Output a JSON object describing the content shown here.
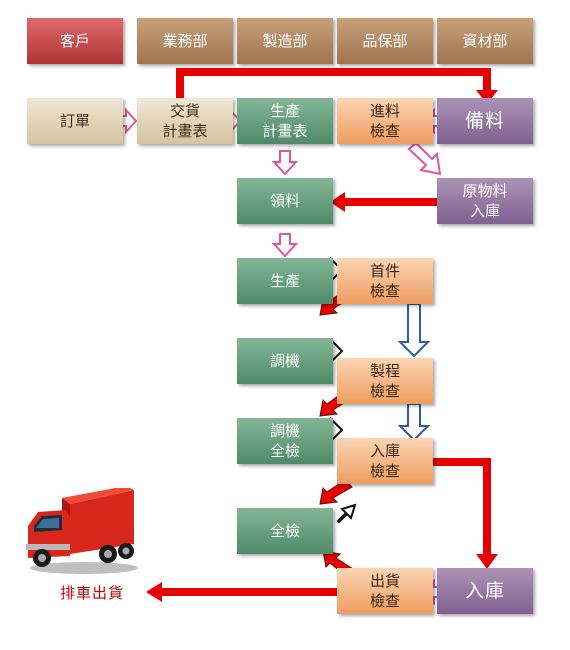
{
  "departments": [
    "客戶",
    "業務部",
    "製造部",
    "品保部",
    "資材部"
  ],
  "nodes": {
    "order": "訂單",
    "delivery_plan": "交貨\n計畫表",
    "production_plan": "生產\n計畫表",
    "incoming_inspection": "進料\n檢查",
    "stock_prep": "備料",
    "raw_material_storage": "原物料\n入庫",
    "material_pick": "領料",
    "production": "生產",
    "first_article_inspection": "首件\n檢查",
    "adjust_machine": "調機",
    "process_inspection": "製程\n檢查",
    "adjust_full_inspection": "調機\n全檢",
    "storage_inspection": "入庫\n檢查",
    "full_inspection": "全檢",
    "shipping_inspection": "出貨\n檢查",
    "warehousing": "入庫"
  },
  "shipping_label": "排車出貨",
  "colors": {
    "red_arrow": "#e60000",
    "pink_arrow": "#e0559d",
    "blue_arrow": "#2f5aa8",
    "customer": "#c0392b"
  },
  "icons": [
    "truck-icon"
  ]
}
